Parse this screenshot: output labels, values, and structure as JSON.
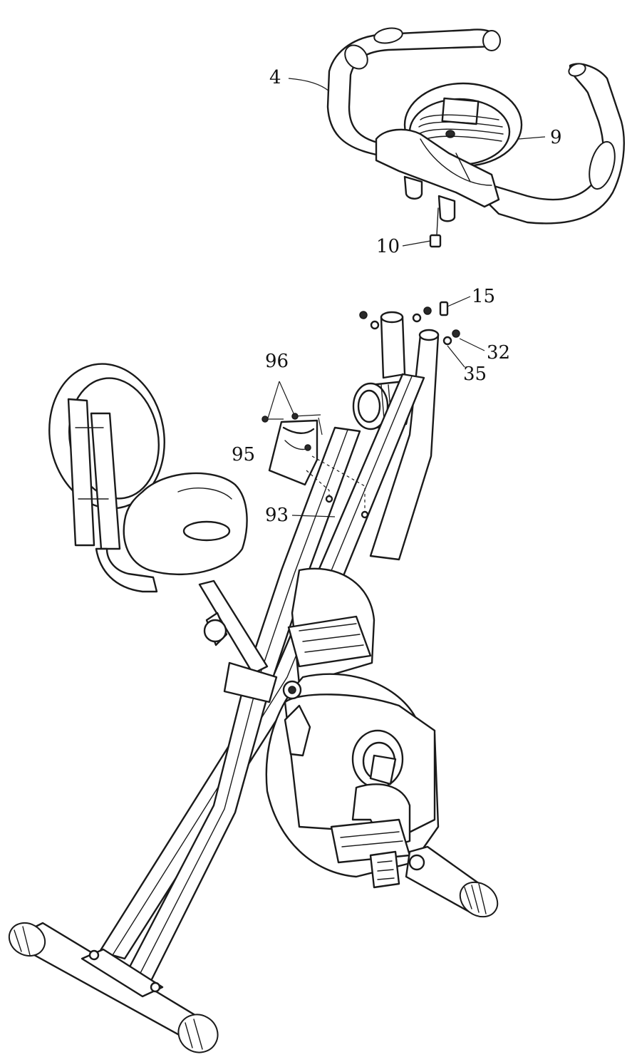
{
  "callouts": {
    "c4": "4",
    "c9": "9",
    "c10": "10",
    "c15": "15",
    "c32": "32",
    "c35": "35",
    "c96": "96",
    "c95": "95",
    "c93": "93"
  }
}
